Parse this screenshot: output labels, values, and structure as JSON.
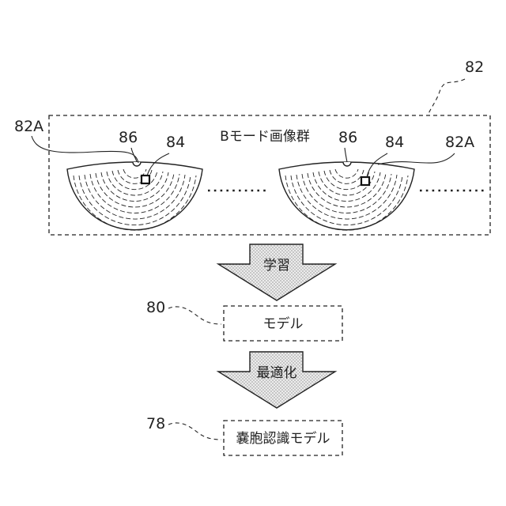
{
  "group_box": {
    "title": "Bモード画像群",
    "ref": "82"
  },
  "images": [
    {
      "label": "82A",
      "region_ref": "86",
      "marker_ref": "84"
    },
    {
      "label": "82A",
      "region_ref": "86",
      "marker_ref": "84"
    }
  ],
  "ellipsis": "……",
  "steps": [
    {
      "arrow_label": "学習",
      "box_text": "モデル",
      "box_ref": "80"
    },
    {
      "arrow_label": "最適化",
      "box_text": "嚢胞認識モデル",
      "box_ref": "78"
    }
  ],
  "colors": {
    "stroke": "#222222",
    "arrow_fill": "#d8d8d8"
  }
}
